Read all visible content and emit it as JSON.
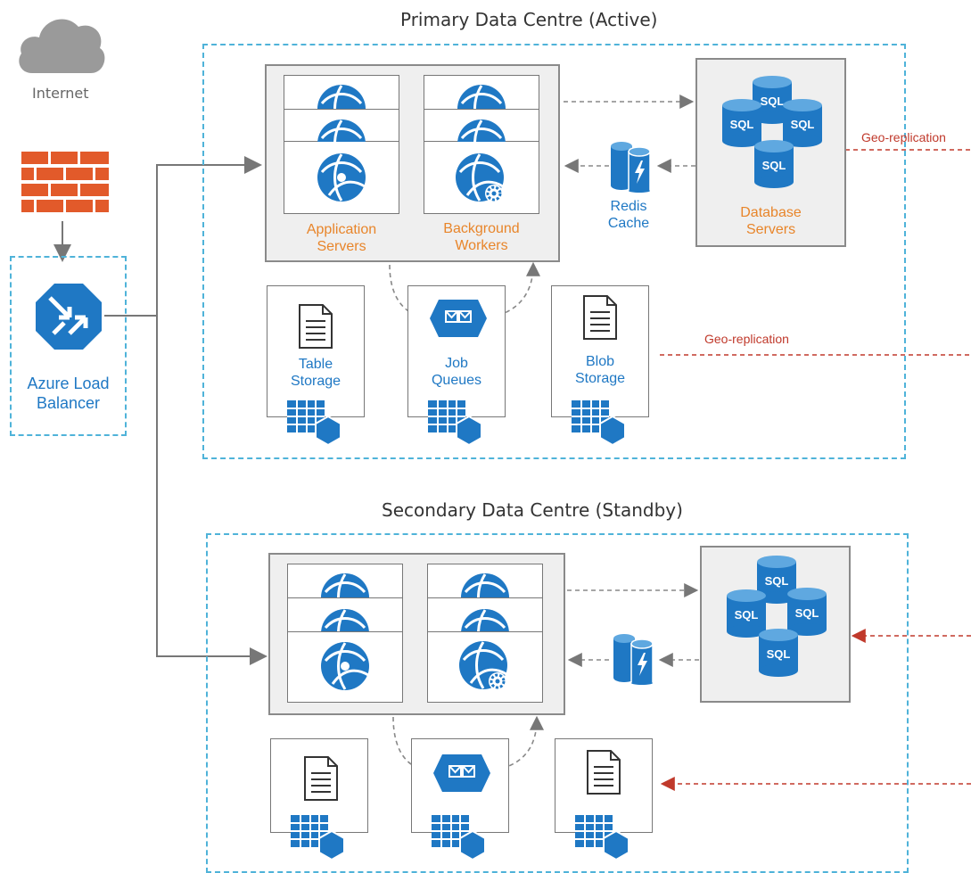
{
  "internet": {
    "label": "Internet"
  },
  "load_balancer": {
    "label_line1": "Azure Load",
    "label_line2": "Balancer"
  },
  "primary": {
    "title": "Primary Data Centre (Active)",
    "app_servers": {
      "line1": "Application",
      "line2": "Servers"
    },
    "workers": {
      "line1": "Background",
      "line2": "Workers"
    },
    "redis": {
      "line1": "Redis",
      "line2": "Cache"
    },
    "db_servers": {
      "line1": "Database",
      "line2": "Servers"
    },
    "table_storage": {
      "line1": "Table",
      "line2": "Storage"
    },
    "job_queues": {
      "line1": "Job",
      "line2": "Queues"
    },
    "blob_storage": {
      "line1": "Blob",
      "line2": "Storage"
    },
    "geo_db": "Geo-replication",
    "geo_blob": "Geo-replication"
  },
  "secondary": {
    "title": "Secondary Data Centre (Standby)"
  },
  "sql_label": "SQL",
  "colors": {
    "accent_blue": "#1f78c4",
    "orange": "#e8852a",
    "geo_red": "#c0392b",
    "dash_blue": "#4fb3d9"
  }
}
